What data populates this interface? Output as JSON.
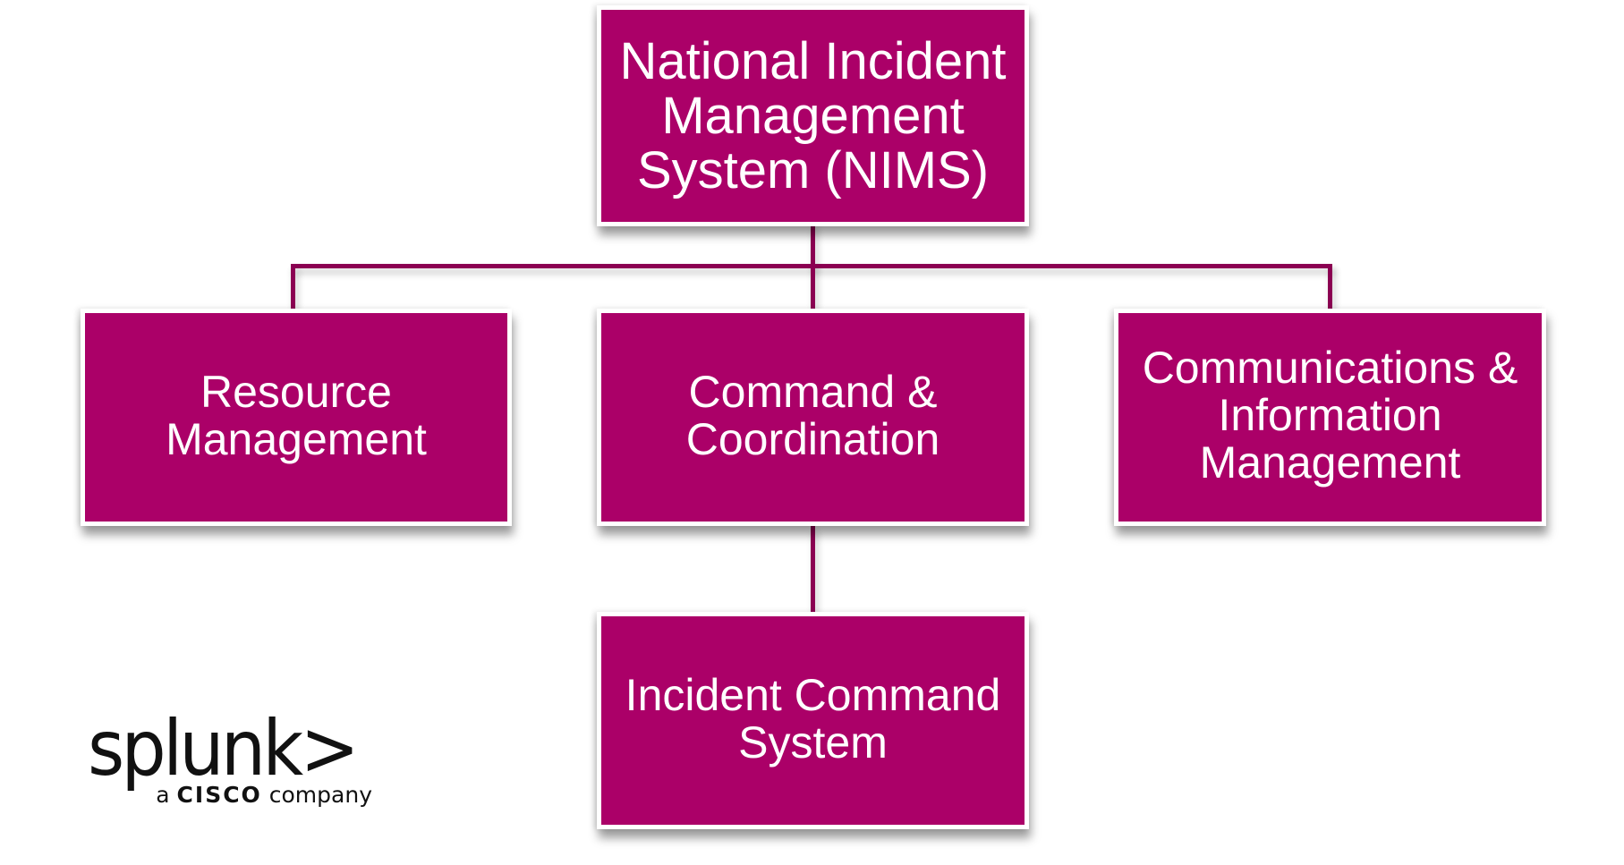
{
  "diagram": {
    "title": "National Incident Management System (NIMS)",
    "colors": {
      "node_fill": "#ab0068",
      "node_border": "#ffffff",
      "connector": "#8b0052",
      "text": "#ffffff"
    },
    "nodes": {
      "root": {
        "label": "National Incident\nManagement\nSystem (NIMS)"
      },
      "resource_management": {
        "label": "Resource\nManagement"
      },
      "command_coordination": {
        "label": "Command &\nCoordination"
      },
      "communications_information": {
        "label": "Communications &\nInformation\nManagement"
      },
      "incident_command_system": {
        "label": "Incident Command\nSystem"
      }
    },
    "edges": [
      {
        "from": "root",
        "to": "resource_management"
      },
      {
        "from": "root",
        "to": "command_coordination"
      },
      {
        "from": "root",
        "to": "communications_information"
      },
      {
        "from": "command_coordination",
        "to": "incident_command_system"
      }
    ]
  },
  "logo": {
    "wordmark": "splunk>",
    "tagline_prefix": "a",
    "tagline_brand": "CISCO",
    "tagline_suffix": "company"
  }
}
